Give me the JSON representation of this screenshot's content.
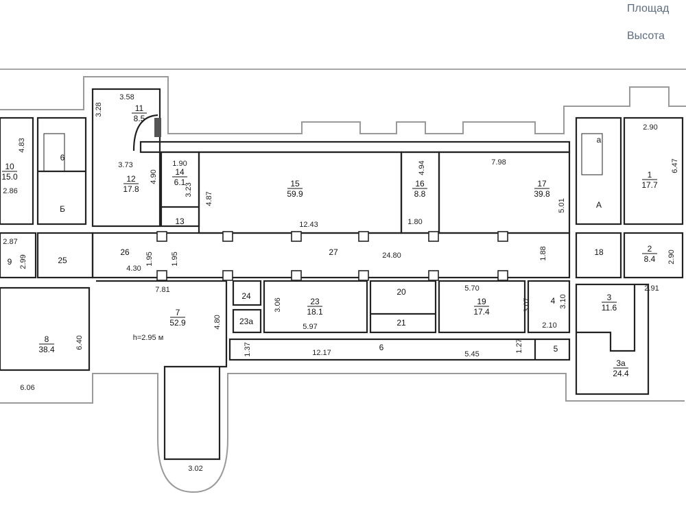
{
  "header": {
    "area_label": "Площад",
    "height_label": "Высота"
  },
  "rooms": [
    {
      "num": "10",
      "area": "15.0"
    },
    {
      "num": "11",
      "area": "8.5"
    },
    {
      "num": "12",
      "area": "17.8"
    },
    {
      "num": "14",
      "area": "6.1"
    },
    {
      "num": "15",
      "area": "59.9"
    },
    {
      "num": "16",
      "area": "8.8"
    },
    {
      "num": "17",
      "area": "39.8"
    },
    {
      "num": "1",
      "area": "17.7"
    },
    {
      "num": "2",
      "area": "8.4"
    },
    {
      "num": "7",
      "area": "52.9"
    },
    {
      "num": "8",
      "area": "38.4"
    },
    {
      "num": "23",
      "area": "18.1"
    },
    {
      "num": "19",
      "area": "17.4"
    },
    {
      "num": "3",
      "area": "11.6"
    },
    {
      "num": "3а",
      "area": "24.4"
    }
  ],
  "labels": [
    "6",
    "Б",
    "13",
    "9",
    "25",
    "26",
    "27",
    "24",
    "23а",
    "20",
    "21",
    "4",
    "5",
    "6",
    "а",
    "А",
    "18"
  ],
  "ceiling_note": "h=2.95 м",
  "dimensions": [
    "4.83",
    "2.86",
    "2.87",
    "2.99",
    "3.58",
    "3.28",
    "3.73",
    "4.90",
    "1.90",
    "3.23",
    "4.87",
    "1.95",
    "1.95",
    "4.30",
    "7.81",
    "12.43",
    "4.94",
    "1.80",
    "7.98",
    "5.01",
    "24.80",
    "1.88",
    "5.70",
    "3.06",
    "5.97",
    "3.07",
    "3.10",
    "2.10",
    "1.37",
    "12.17",
    "5.45",
    "1.27",
    "4.80",
    "6.40",
    "6.06",
    "3.02",
    "2.90",
    "6.47",
    "2.90",
    "2.91"
  ]
}
